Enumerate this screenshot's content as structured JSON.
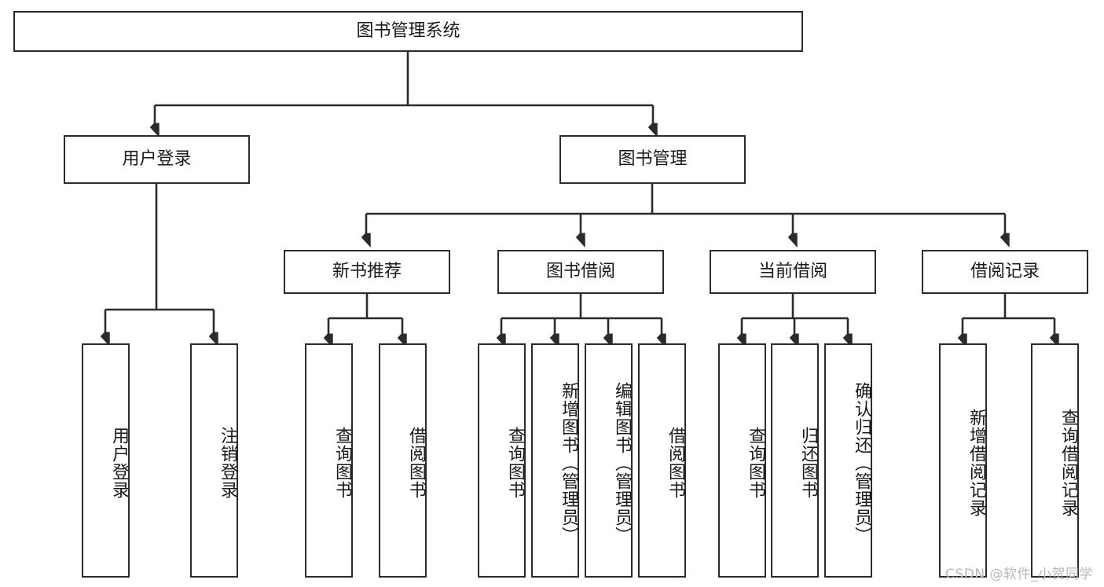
{
  "diagram": {
    "title": "图书管理系统",
    "type": "hierarchy-tree",
    "watermark": "CSDN @软件_小贺同学",
    "levels": {
      "root": {
        "label": "图书管理系统"
      },
      "modules": [
        {
          "label": "用户登录"
        },
        {
          "label": "图书管理"
        }
      ],
      "submodules": [
        {
          "label": "新书推荐"
        },
        {
          "label": "图书借阅"
        },
        {
          "label": "当前借阅"
        },
        {
          "label": "借阅记录"
        }
      ],
      "leaves": {
        "user_login": [
          {
            "label": "用户登录"
          },
          {
            "label": "注销登录"
          }
        ],
        "new_book_recommend": [
          {
            "label": "查询图书"
          },
          {
            "label": "借阅图书"
          }
        ],
        "book_borrow": [
          {
            "label": "查询图书"
          },
          {
            "label": "新增图书（管理员）"
          },
          {
            "label": "编辑图书（管理员）"
          },
          {
            "label": "借阅图书"
          }
        ],
        "current_borrow": [
          {
            "label": "查询图书"
          },
          {
            "label": "归还图书"
          },
          {
            "label": "确认归还（管理员）"
          }
        ],
        "borrow_record": [
          {
            "label": "新增借阅记录"
          },
          {
            "label": "查询借阅记录"
          }
        ]
      }
    },
    "colors": {
      "stroke": "#2b2b2b",
      "fill": "#ffffff",
      "text": "#1a1a1a",
      "watermark": "#b9b9b9"
    }
  }
}
